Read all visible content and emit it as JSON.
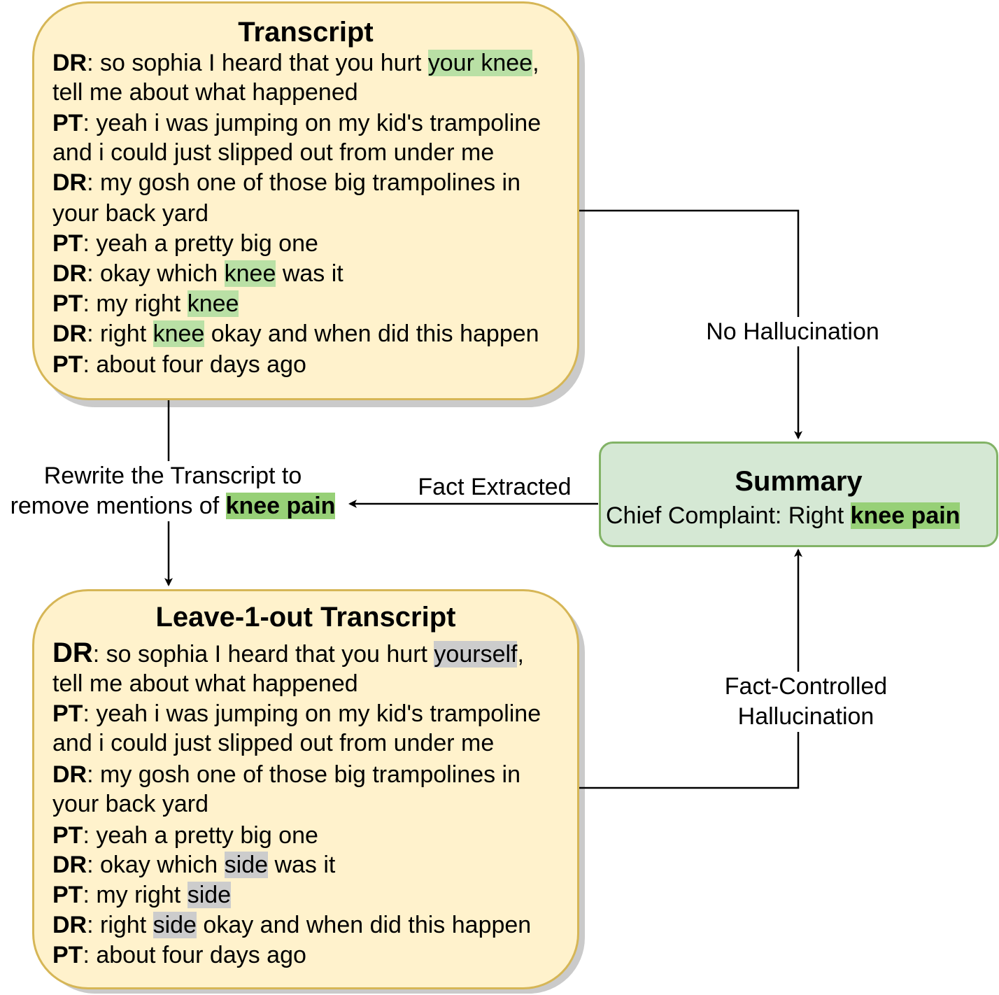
{
  "transcript": {
    "title": "Transcript",
    "lines": [
      {
        "spk": "DR",
        "parts": [
          ": so sophia I heard that you hurt ",
          "your knee",
          ","
        ],
        "hl": [
          false,
          true,
          false
        ]
      },
      {
        "spk": "",
        "parts": [
          "tell me about what happened"
        ],
        "hl": [
          false
        ]
      },
      {
        "spk": "PT",
        "parts": [
          ": yeah i was jumping on my kid's trampoline"
        ],
        "hl": [
          false
        ]
      },
      {
        "spk": "",
        "parts": [
          "and i could just slipped out from under me"
        ],
        "hl": [
          false
        ]
      },
      {
        "spk": "DR",
        "parts": [
          ": my gosh one of those big trampolines in"
        ],
        "hl": [
          false
        ]
      },
      {
        "spk": "",
        "parts": [
          "your back yard"
        ],
        "hl": [
          false
        ]
      },
      {
        "spk": "PT",
        "parts": [
          ": yeah a pretty big one"
        ],
        "hl": [
          false
        ]
      },
      {
        "spk": "DR",
        "parts": [
          ": okay which ",
          "knee",
          " was it"
        ],
        "hl": [
          false,
          true,
          false
        ]
      },
      {
        "spk": "PT",
        "parts": [
          ": my right ",
          "knee"
        ],
        "hl": [
          false,
          true
        ]
      },
      {
        "spk": "DR",
        "parts": [
          ": right ",
          "knee",
          " okay and when did this happen"
        ],
        "hl": [
          false,
          true,
          false
        ]
      },
      {
        "spk": "PT",
        "parts": [
          ": about four days ago"
        ],
        "hl": [
          false
        ]
      }
    ]
  },
  "leave_one_out": {
    "title": "Leave-1-out Transcript",
    "lines": [
      {
        "spk": "DR",
        "parts": [
          ": so sophia I heard that you hurt ",
          "yourself",
          ","
        ],
        "hl": [
          false,
          true,
          false
        ]
      },
      {
        "spk": "",
        "parts": [
          "tell me about what happened"
        ],
        "hl": [
          false
        ]
      },
      {
        "spk": "PT",
        "parts": [
          ": yeah i was jumping on my kid's trampoline"
        ],
        "hl": [
          false
        ]
      },
      {
        "spk": "",
        "parts": [
          "and i could just slipped out from under me"
        ],
        "hl": [
          false
        ]
      },
      {
        "spk": "DR",
        "parts": [
          ": my gosh one of those big trampolines in"
        ],
        "hl": [
          false
        ]
      },
      {
        "spk": "",
        "parts": [
          "your back yard"
        ],
        "hl": [
          false
        ]
      },
      {
        "spk": "PT",
        "parts": [
          ": yeah a pretty big one"
        ],
        "hl": [
          false
        ]
      },
      {
        "spk": "DR",
        "parts": [
          ": okay which ",
          "side",
          " was it"
        ],
        "hl": [
          false,
          true,
          false
        ]
      },
      {
        "spk": "PT",
        "parts": [
          ": my right ",
          "side"
        ],
        "hl": [
          false,
          true
        ]
      },
      {
        "spk": "DR",
        "parts": [
          ": right ",
          "side",
          " okay and when did this happen"
        ],
        "hl": [
          false,
          true,
          false
        ]
      },
      {
        "spk": "PT",
        "parts": [
          ": about four days ago"
        ],
        "hl": [
          false
        ]
      }
    ]
  },
  "summary": {
    "title": "Summary",
    "prefix": "Chief Complaint: Right ",
    "highlight": "knee pain"
  },
  "edges": {
    "no_hallucination": "No Hallucination",
    "fact_extracted": "Fact Extracted",
    "rewrite_line1": "Rewrite the Transcript to",
    "rewrite_line2_prefix": "remove mentions of ",
    "rewrite_line2_highlight": "knee pain",
    "fact_controlled_line1": "Fact-Controlled",
    "fact_controlled_line2": "Hallucination"
  },
  "colors": {
    "box_fill": "#fff2cc",
    "box_stroke": "#d6b656",
    "summary_fill": "#d5e8d4",
    "summary_stroke": "#82b366",
    "highlight_green": "#b9e0a5",
    "highlight_gray": "#cccccc",
    "highlight_strong_green": "#97d077"
  }
}
